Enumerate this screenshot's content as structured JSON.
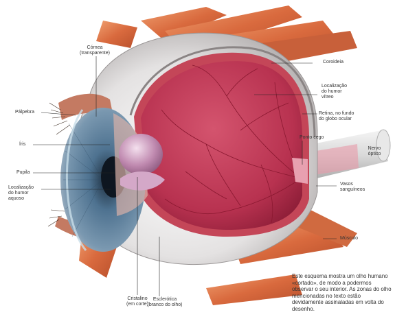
{
  "labels": {
    "cornea": "Córnea\n(transparente)",
    "palpebra": "Pálpebra",
    "iris": "Íris",
    "pupila": "Pupila",
    "humor_aquoso": "Localização\ndo humor\naquoso",
    "cristalino": "Cristalino\n(em corte)",
    "esclerotica": "Esclerótica\n(branco do olho)",
    "coroideia": "Coroideia",
    "humor_vitreo": "Localização\ndo humor\nvítreo",
    "retina": "Retina, no fundo\ndo globo ocular",
    "ponto_cego": "Ponto cego",
    "nervo_optico": "Nervo\nóptico",
    "vasos": "Vasos\nsanguíneos",
    "musculo": "Músculo"
  },
  "caption": "Este esquema mostra um olho humano «cortado», de modo a podermos observar o seu interior. As zonas do olho mencionadas no texto estão devidamente assinaladas em volta do desenho.",
  "colors": {
    "muscle": "#e07a4a",
    "sclera": "#e6e4e4",
    "choroid": "#d05060",
    "retina": "#b8324a",
    "iris": "#4a6e8a",
    "lens": "#c79ab8"
  }
}
